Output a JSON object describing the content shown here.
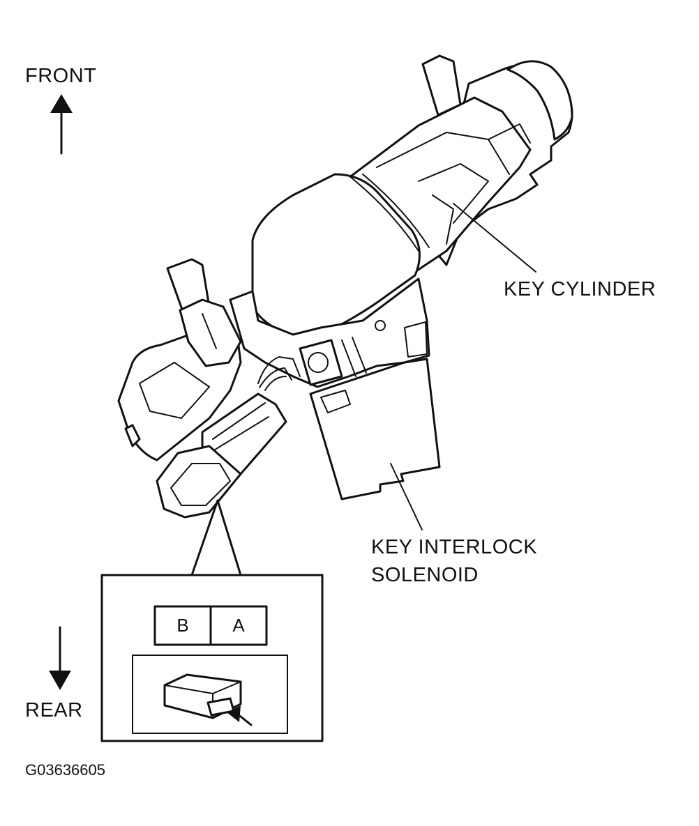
{
  "labels": {
    "front": "FRONT",
    "rear": "REAR",
    "key_cylinder": "KEY CYLINDER",
    "key_interlock_line1": "KEY INTERLOCK",
    "key_interlock_line2": "SOLENOID",
    "figure_code": "G03636605"
  },
  "connector_inset": {
    "terminals": [
      "B",
      "A"
    ]
  }
}
